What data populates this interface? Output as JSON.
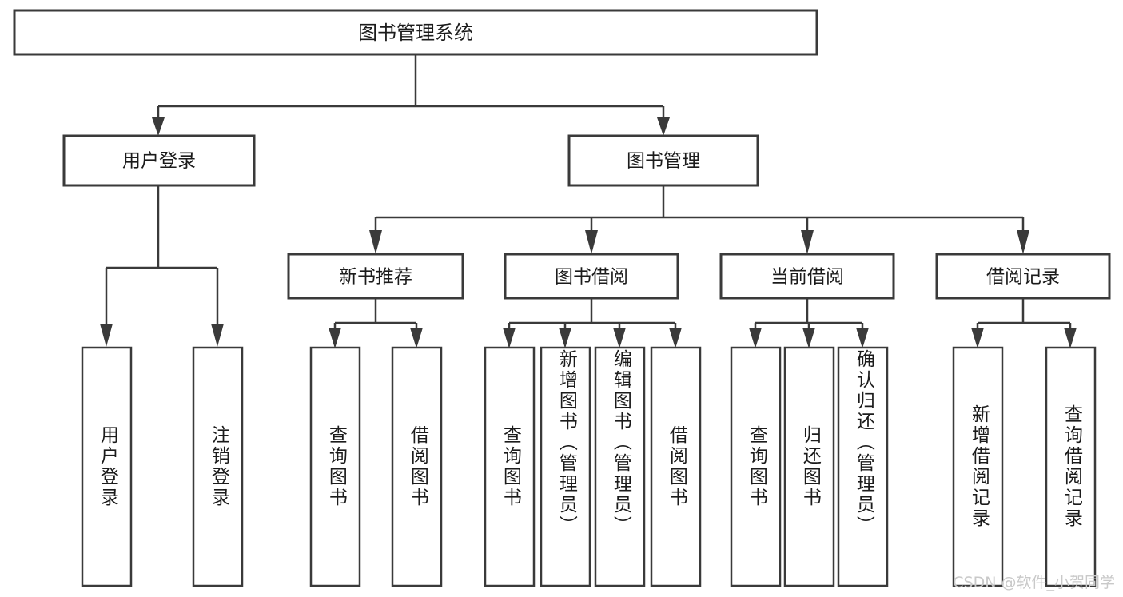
{
  "diagram": {
    "type": "tree-hierarchy",
    "title": "图书管理系统",
    "watermark": "CSDN @软件_小贺同学",
    "colors": {
      "stroke": "#3a3a3a",
      "fill": "#ffffff",
      "text": "#1b1b1b",
      "watermark": "#c9c9c9",
      "background": "#ffffff"
    },
    "levels": {
      "root_label": "图书管理系统",
      "level2": [
        {
          "label": "用户登录"
        },
        {
          "label": "图书管理"
        }
      ],
      "level3": [
        {
          "label": "新书推荐"
        },
        {
          "label": "图书借阅"
        },
        {
          "label": "当前借阅"
        },
        {
          "label": "借阅记录"
        }
      ]
    },
    "groups": [
      {
        "parent": "用户登录",
        "leaves": [
          "用户登录",
          "注销登录"
        ]
      },
      {
        "parent": "新书推荐",
        "leaves": [
          "查询图书",
          "借阅图书"
        ]
      },
      {
        "parent": "图书借阅",
        "leaves": [
          "查询图书",
          "新增图书（管理员）",
          "编辑图书（管理员）",
          "借阅图书"
        ]
      },
      {
        "parent": "当前借阅",
        "leaves": [
          "查询图书",
          "归还图书",
          "确认归还（管理员）"
        ]
      },
      {
        "parent": "借阅记录",
        "leaves": [
          "新增借阅记录",
          "查询借阅记录"
        ]
      }
    ],
    "nodes": {
      "root": {
        "label": "图书管理系统"
      },
      "user_login": {
        "label": "用户登录"
      },
      "book_manage": {
        "label": "图书管理"
      },
      "new_book_rec": {
        "label": "新书推荐"
      },
      "book_borrow": {
        "label": "图书借阅"
      },
      "current_borrow": {
        "label": "当前借阅"
      },
      "borrow_record": {
        "label": "借阅记录"
      },
      "leaf_user_login": {
        "label": "用户登录"
      },
      "leaf_logout": {
        "label": "注销登录"
      },
      "leaf_rec_query": {
        "label": "查询图书"
      },
      "leaf_rec_borrow": {
        "label": "借阅图书"
      },
      "leaf_borrow_query": {
        "label": "查询图书"
      },
      "leaf_borrow_add": {
        "label": "新增图书（管理员）"
      },
      "leaf_borrow_edit": {
        "label": "编辑图书（管理员）"
      },
      "leaf_borrow_do": {
        "label": "借阅图书"
      },
      "leaf_cur_query": {
        "label": "查询图书"
      },
      "leaf_cur_return": {
        "label": "归还图书"
      },
      "leaf_cur_confirm": {
        "label": "确认归还（管理员）"
      },
      "leaf_rec_add": {
        "label": "新增借阅记录"
      },
      "leaf_rec_search": {
        "label": "查询借阅记录"
      }
    }
  }
}
